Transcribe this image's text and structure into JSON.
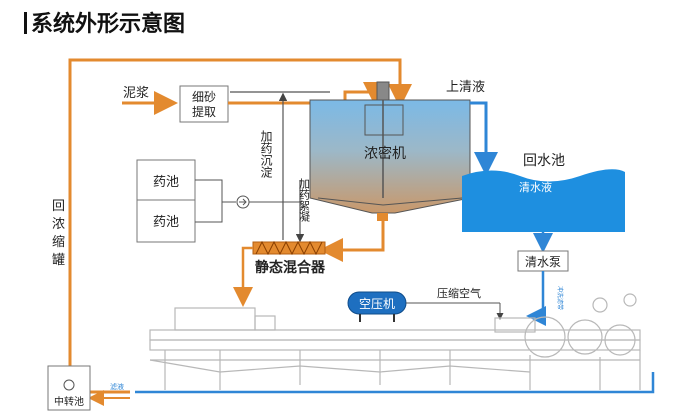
{
  "title": "系统外形示意图",
  "labels": {
    "mud_inlet": "泥浆",
    "sand_removal": [
      "细砂",
      "提取"
    ],
    "supernatant": "上清液",
    "thickener": "浓密机",
    "return_pool": "回水池",
    "clear_water": "清水液",
    "clear_pump": "清水泵",
    "tank_1": "药池",
    "tank_2": "药池",
    "add_flocculant": "加药沉淀",
    "add_dewater": "加药絮凝",
    "static_mixer": "静态混合器",
    "air_compressor": "空压机",
    "compressed_air": "压缩空气",
    "return_tank": [
      "回",
      "浓",
      "缩",
      "罐"
    ],
    "transfer_tank": "中转池",
    "rinse_water": "冲洗滤带",
    "filtrate": "滤液"
  },
  "colors": {
    "orange_line": "#e38a2f",
    "blue_line": "#2f86d6",
    "water": "#1e8fe0",
    "thickener_top": "#7bb9e6",
    "thickener_bottom": "#c9986a",
    "box_stroke": "#777777",
    "machine": "#b8b8b8"
  }
}
